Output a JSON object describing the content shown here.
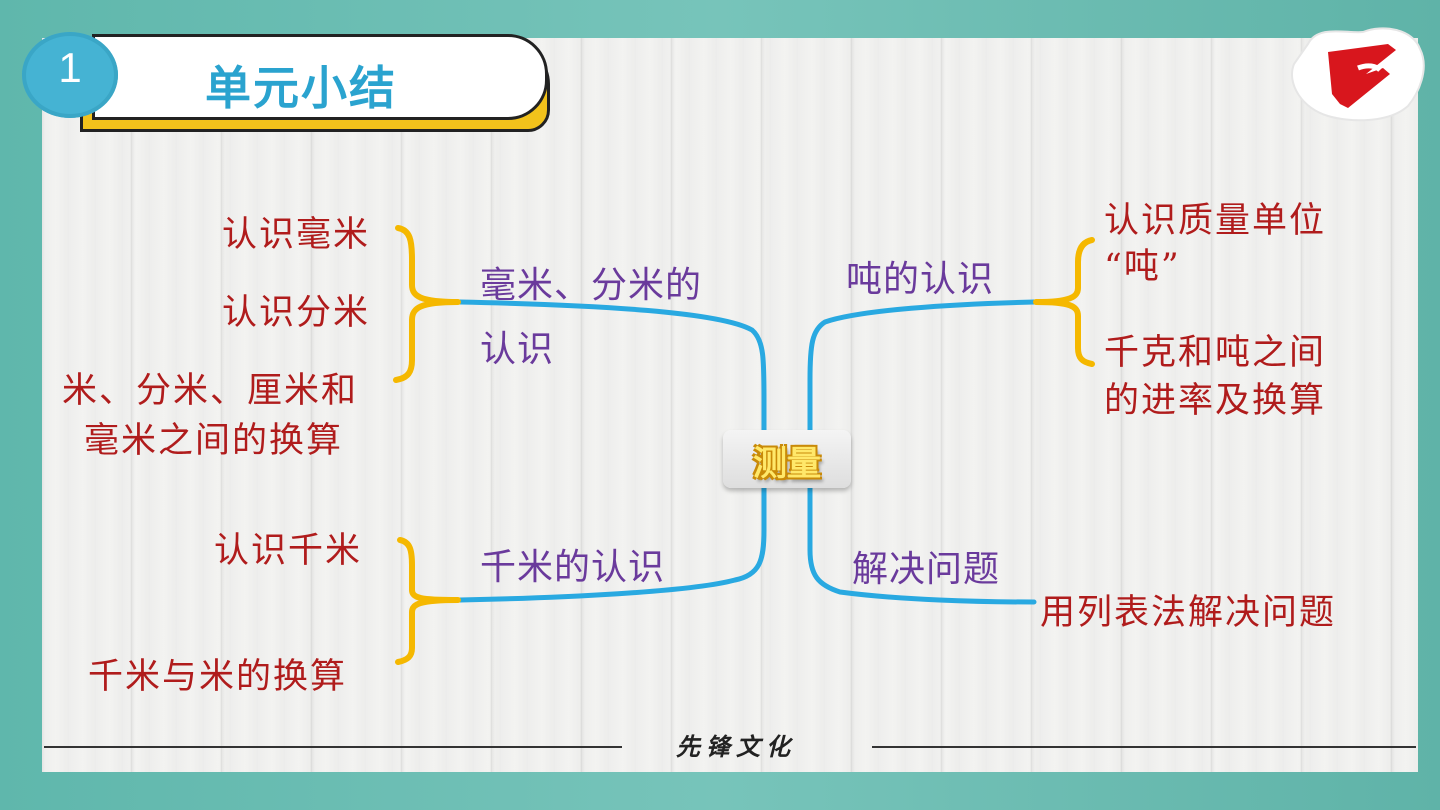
{
  "header": {
    "section_number": "1",
    "title": "单元小结"
  },
  "mindmap": {
    "center": "测量",
    "branches": [
      {
        "label_line1": "毫米、分米的",
        "label_line2": "认识",
        "items": [
          "认识毫米",
          "认识分米",
          "米、分米、厘米和",
          "毫米之间的换算"
        ]
      },
      {
        "label": "千米的认识",
        "items": [
          "认识千米",
          "千米与米的换算"
        ]
      },
      {
        "label": "吨的认识",
        "items": [
          "认识质量单位",
          "“吨”",
          "千克和吨之间",
          "的进率及换算"
        ]
      },
      {
        "label": "解决问题",
        "items": [
          "用列表法解决问题"
        ]
      }
    ]
  },
  "footer": {
    "text": "先锋文化"
  },
  "colors": {
    "branch_line": "#29a9e1",
    "brace": "#f5b800",
    "leaf_text": "#b01c1c",
    "branch_text": "#6a3a9c",
    "title_text": "#2aa3cf"
  }
}
